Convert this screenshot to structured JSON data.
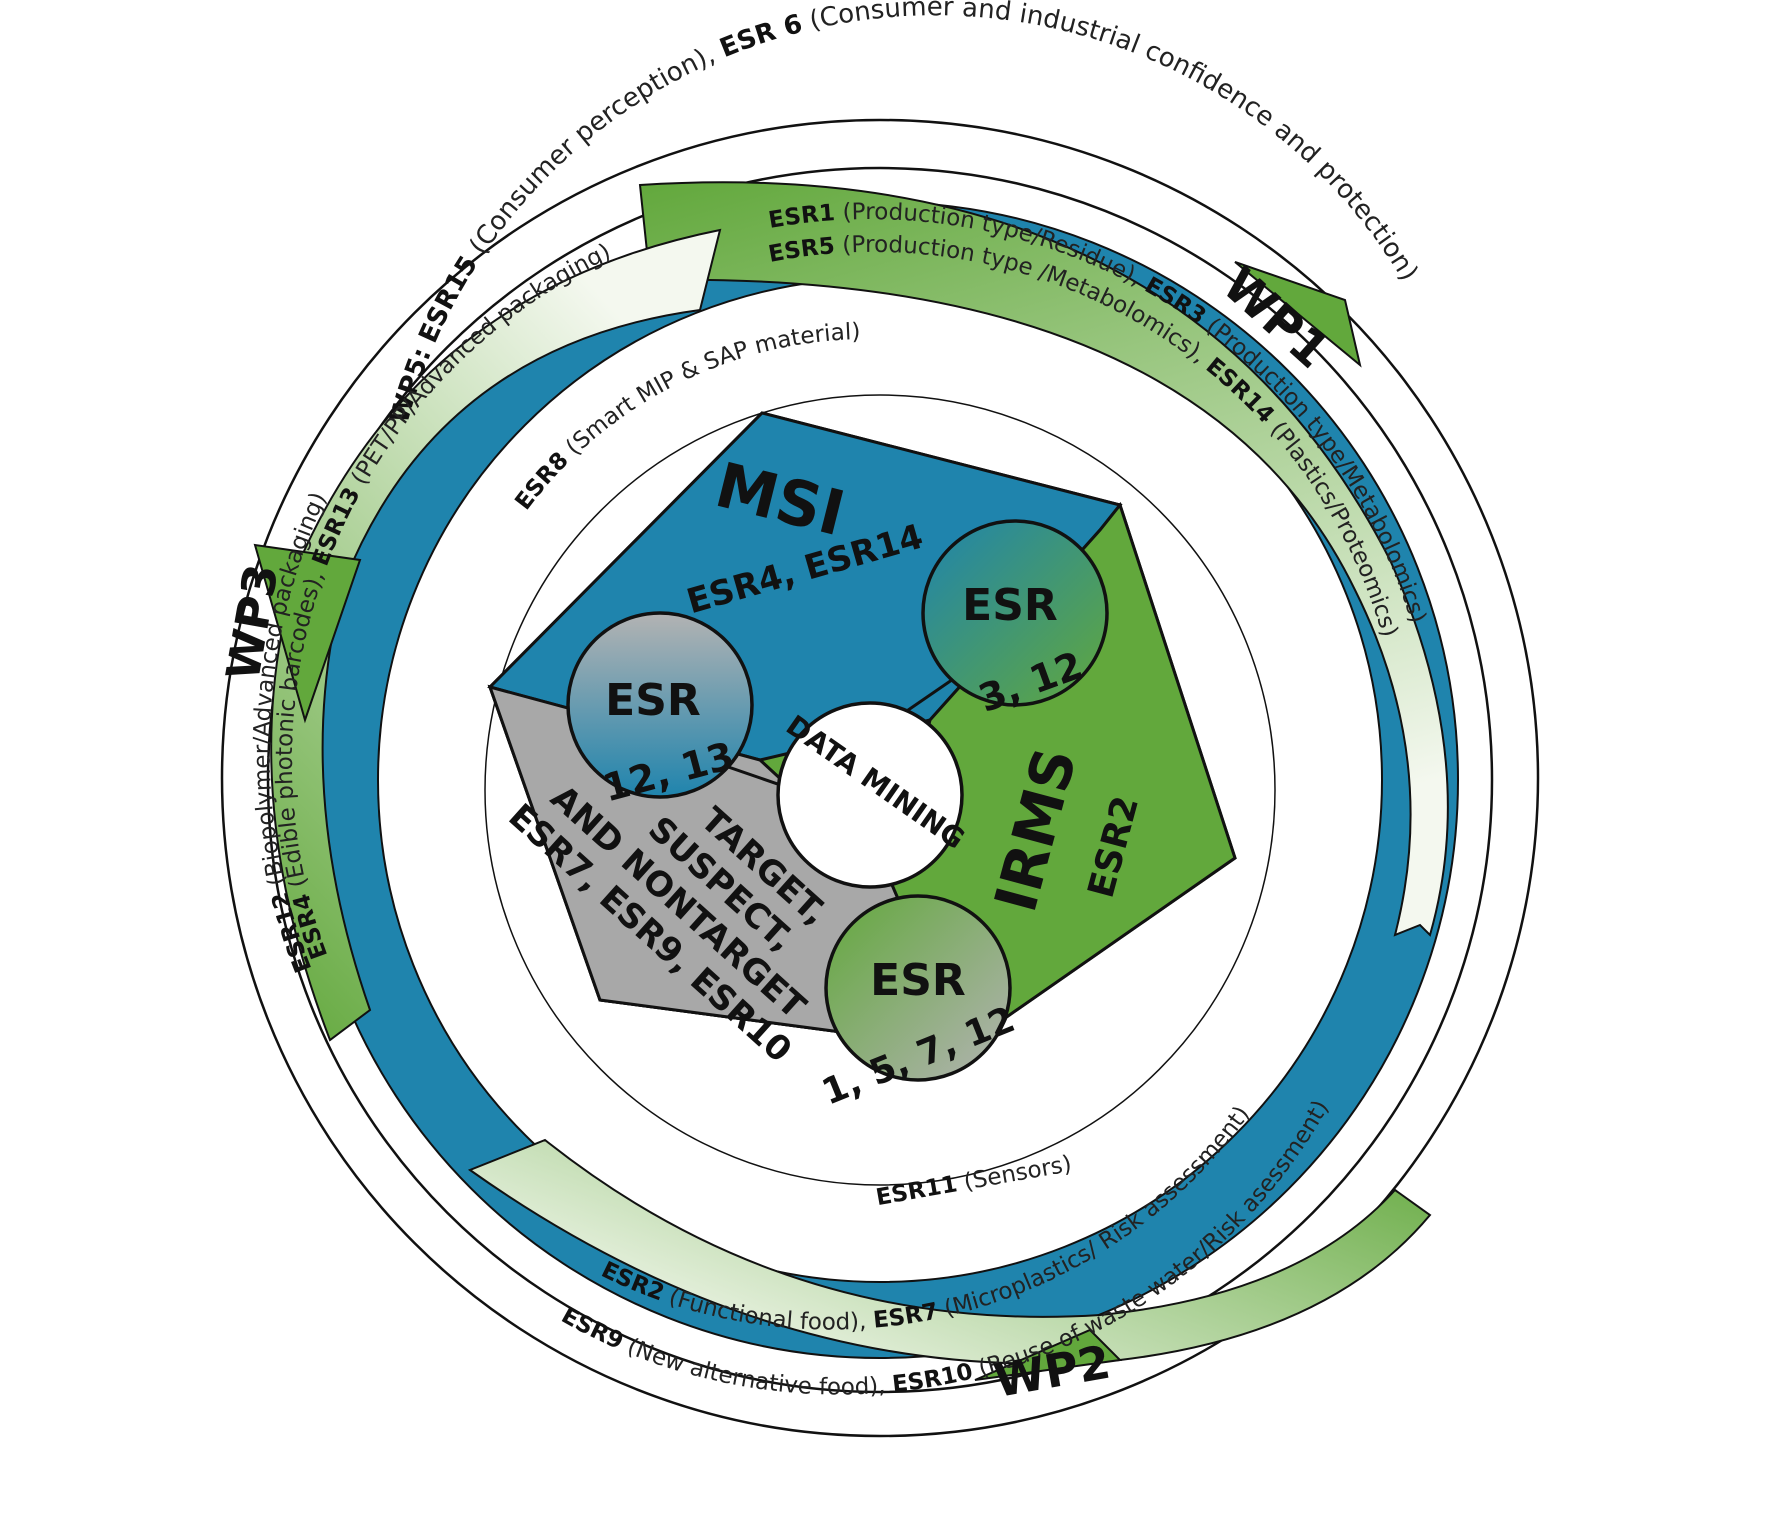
{
  "colors": {
    "blue": "#1f84ad",
    "green": "#62a83c",
    "gray": "#a8a8a8",
    "pale_green": "#f2f7ec",
    "outline": "#111111"
  },
  "outer_ring": {
    "wp5_label": "WP5:",
    "esr15": "ESR15",
    "esr15_desc": "(Consumer perception),",
    "esr6": "ESR 6",
    "esr6_desc": "(Consumer and industrial confidence and protection)"
  },
  "wp1": {
    "label": "WP1",
    "line1_esr": "ESR1",
    "line1_desc": "(Production type/Residue),",
    "line1_esr_b": "ESR3",
    "line1_desc_b": "(Production type/Metabolomics)",
    "line2_esr": "ESR5",
    "line2_desc": "(Production type /Metabolomics),",
    "line2_esr_b": "ESR14",
    "line2_desc_b": "(Plastics/Proteomics)"
  },
  "wp2": {
    "label": "WP2",
    "line1_esr": "ESR2",
    "line1_desc": "(Functional food),",
    "line1_esr_b": "ESR7",
    "line1_desc_b": "(Microplastics/ Risk assessment)",
    "line2_esr": "ESR9",
    "line2_desc": "(New alternative food),",
    "line2_esr_b": "ESR10",
    "line2_desc_b": "(Reuse of waste water/Risk asessment)"
  },
  "wp3": {
    "label": "WP3",
    "line1_esr": "ESR4",
    "line1_desc": "(Edible photonic barcodes),",
    "line1_esr_b": "ESR13",
    "line1_desc_b": "(PET/PP/Advanced packaging)",
    "line2_esr": "ESR12",
    "line2_desc": "(Biopolymer/Advanced packaging)"
  },
  "inner_ring": {
    "esr8": "ESR8",
    "esr8_desc": "(Smart MIP & SAP material)",
    "esr11": "ESR11",
    "esr11_desc": "(Sensors)"
  },
  "hexagon": {
    "msi_title": "MSI",
    "msi_esr": "ESR4, ESR14",
    "irms_title": "IRMS",
    "irms_esr": "ESR2",
    "target_line1": "TARGET,",
    "target_line2": "SUSPECT,",
    "target_line3": "AND NONTARGET",
    "target_line4": "ESR7, ESR9, ESR10",
    "center": "DATA MINING",
    "circle_left_label": "ESR",
    "circle_left_nums": "12, 13",
    "circle_right_label": "ESR",
    "circle_right_nums": "3, 12",
    "circle_bottom_label": "ESR",
    "circle_bottom_nums": "1, 5, 7, 12"
  }
}
